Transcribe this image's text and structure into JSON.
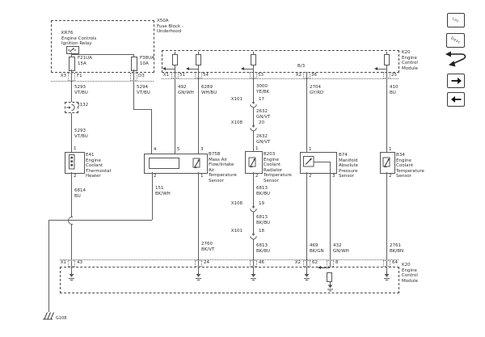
{
  "diagram": {
    "fuse_block": {
      "label": "X50A\nFuse Block -\nUnderhood",
      "relay_label": "KR76\nEngine Controls\nIgnition Relay",
      "fuse1_label": "F21UA\n15A",
      "fuse2_label": "F38UA\n10A",
      "conn_x3": "X3",
      "pin_f1": "F1",
      "pin_d3": "D3"
    },
    "ecm_top": {
      "label": "K20\nEngine\nControl\nModule",
      "internal_note": "B/3",
      "conn_x1": "X1",
      "pin_51": "51",
      "pin_54": "54",
      "pin_53": "53",
      "conn_x2": "X2",
      "pin_36": "36",
      "pin_25": "25"
    },
    "ecm_bottom": {
      "label": "K20\nEngine\nControl\nModule",
      "conn_x1": "X1",
      "pin_43": "43",
      "pin_24": "24",
      "pin_46": "46",
      "conn_x2": "X2",
      "pin_62": "62",
      "pin_8": "8",
      "pin_64": "64"
    },
    "components": {
      "e41": {
        "label": "E41\nEngine\nCoolant\nThermostat\nHeater",
        "pin1": "1",
        "pin2": "2"
      },
      "b75b": {
        "label": "B75B\nMass Air\nFlow/Intake\nAir\nTemperature\nSensor",
        "pin4": "4",
        "pin5": "5",
        "pin3": "3",
        "pin2": "2",
        "pin1": "1"
      },
      "b203": {
        "label": "B203\nEngine\nCoolant\nRadiator\nTemperature\nSensor",
        "pin1": "1",
        "pin2": "2"
      },
      "b74": {
        "label": "B74\nManifold\nAbsolute\nPressure\nSensor",
        "pin1": "1",
        "pin2": "2",
        "pin3": "3"
      },
      "b34": {
        "label": "B34\nEngine\nCoolant\nTemperature\nSensor",
        "pin1": "1",
        "pin2": "2"
      }
    },
    "inline_connectors": {
      "j132": "J132",
      "x101": "X101",
      "x108": "X108",
      "pin_17": "17",
      "pin_20": "20",
      "pin_19": "19",
      "pin_18": "18"
    },
    "wires": {
      "w5293_a": "5293\nVT/BU",
      "w5293_b": "5293\nVT/BU",
      "w5294": "5294\nVT/BU",
      "w6814": "6814\nBU",
      "w492": "492\nGN/WH",
      "w6289": "6289\nWH/BU",
      "w3000": "3000\nYE/BK",
      "w2632_a": "2632\nGN/VT",
      "w2632_b": "2632\nGN/VT",
      "w6813_a": "6813\nBK/BU",
      "w6813_b": "6813\nBK/BU",
      "w6813_c": "6813\nBK/BU",
      "w2704": "2704\nGY/RD",
      "w410": "410\nBU",
      "w151": "151\nBK/WH",
      "w2760": "2760\nBK/VT",
      "w469": "469\nBK/GN",
      "w432": "432\nGN/WH",
      "w2761": "2761\nBK/BN"
    },
    "ground_label": "G108",
    "line_color": "#5f5f5f"
  },
  "toolbar": {
    "loc": "Loc",
    "desc": "Desc"
  }
}
